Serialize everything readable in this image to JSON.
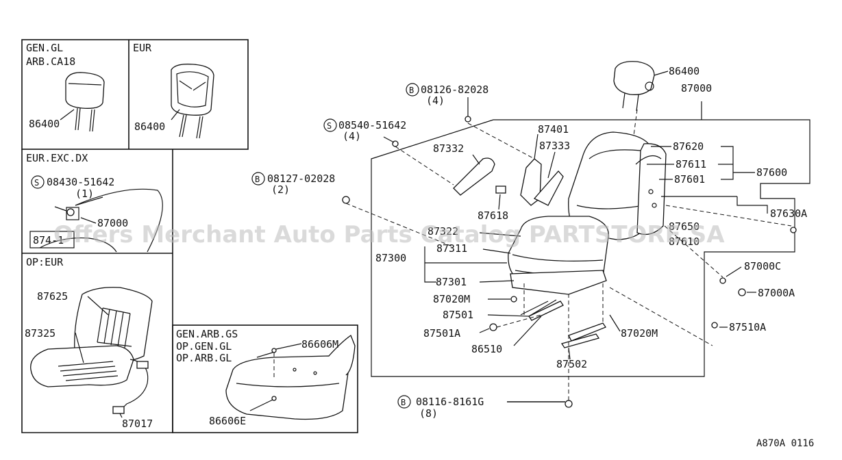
{
  "watermark": "Offers Merchant Auto Parts Catalog PARTSTORE.SA",
  "diagram_code": "A870A 0116",
  "insets": {
    "gen_gl": {
      "title1": "GEN.GL",
      "title2": "ARB.CA18",
      "part": "86400"
    },
    "eur": {
      "title": "EUR",
      "part": "86400"
    },
    "eur_exc_dx": {
      "title": "EUR.EXC.DX",
      "bolt_code": "08430-51642",
      "bolt_qty": "(1)",
      "part_a": "87000",
      "part_b": "874-1"
    },
    "op_eur": {
      "title": "OP:EUR",
      "part_a": "87625",
      "part_b": "87325",
      "part_c": "87017"
    },
    "gen_arb_gs": {
      "title1": "GEN.ARB.GS",
      "title2": "OP.GEN.GL",
      "title3": "OP.ARB.GL",
      "part_a": "86606M",
      "part_b": "86606E"
    }
  },
  "fasteners": [
    {
      "symbol": "B",
      "code": "08126-82028",
      "qty": "(4)"
    },
    {
      "symbol": "S",
      "code": "08540-51642",
      "qty": "(4)"
    },
    {
      "symbol": "B",
      "code": "08127-02028",
      "qty": "(2)"
    },
    {
      "symbol": "B",
      "code": "08116-8161G",
      "qty": "(8)"
    }
  ],
  "parts": {
    "p86400": "86400",
    "p87000": "87000",
    "p87401": "87401",
    "p87332": "87332",
    "p87333": "87333",
    "p87620": "87620",
    "p87611": "87611",
    "p87600": "87600",
    "p87601": "87601",
    "p87618": "87618",
    "p87630A": "87630A",
    "p87322": "87322",
    "p87311": "87311",
    "p87300": "87300",
    "p87650": "87650",
    "p87610": "87610",
    "p87301": "87301",
    "p87000C": "87000C",
    "p87000A": "87000A",
    "p87020M_a": "87020M",
    "p87501": "87501",
    "p87501A": "87501A",
    "p86510": "86510",
    "p87020M_b": "87020M",
    "p87510A": "87510A",
    "p87502": "87502"
  }
}
